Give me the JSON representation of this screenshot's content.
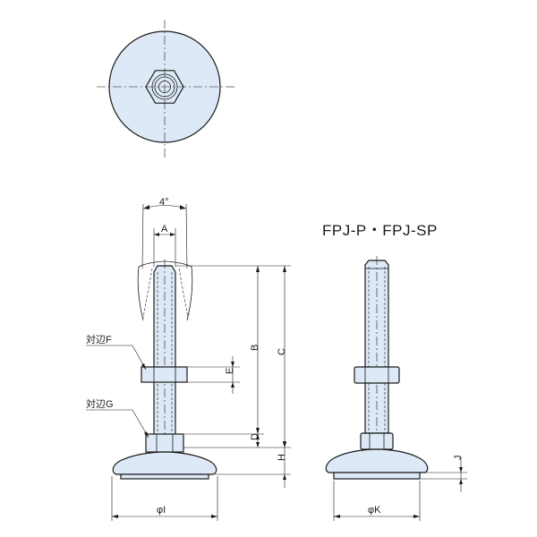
{
  "title": "FPJ-P・FPJ-SP",
  "angle_label": "4°",
  "labels": {
    "A": "A",
    "B": "B",
    "C": "C",
    "D": "D",
    "E": "E",
    "H": "H",
    "J": "J",
    "across_flats_F": "対辺F",
    "across_flats_G": "対辺G",
    "diameter_I": "φI",
    "diameter_K": "φK"
  }
}
